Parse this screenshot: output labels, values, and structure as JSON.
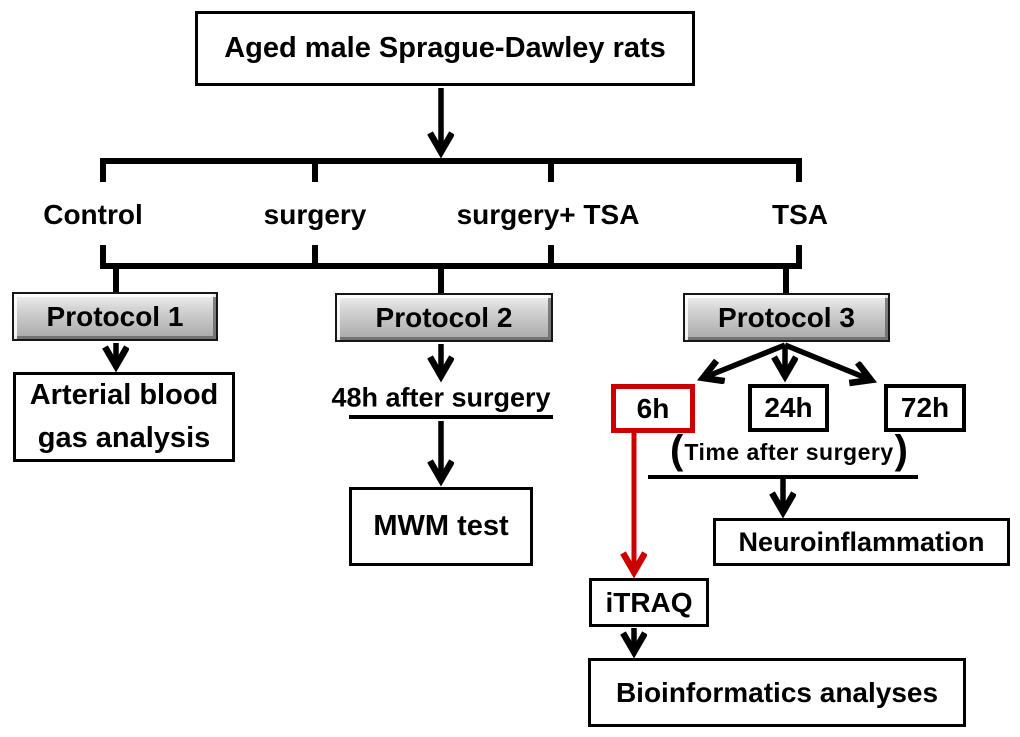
{
  "figure_type": "experimental-design-flowchart",
  "root": {
    "label": "Aged male Sprague-Dawley rats"
  },
  "branches": [
    {
      "label": "Control"
    },
    {
      "label": "surgery"
    },
    {
      "label": "surgery+ TSA"
    },
    {
      "label": "TSA"
    }
  ],
  "protocol1": {
    "label": "Protocol 1",
    "outcome_line1": "Arterial blood",
    "outcome_line2": "gas analysis"
  },
  "protocol2": {
    "label": "Protocol 2",
    "timepoint": "48h after surgery",
    "outcome": "MWM test"
  },
  "protocol3": {
    "label": "Protocol 3",
    "timepoints": [
      {
        "label": "6h"
      },
      {
        "label": "24h"
      },
      {
        "label": "72h"
      }
    ],
    "time_note": {
      "open": "(",
      "text": "Time after surgery",
      "close": ")"
    },
    "outcome": "Neuroinflammation",
    "proteomics": "iTRAQ",
    "final": "Bioinformatics analyses"
  },
  "colors": {
    "highlight_red": "#cc0000",
    "line_black": "#000000",
    "protocol_gray": "#c2c2c2"
  }
}
